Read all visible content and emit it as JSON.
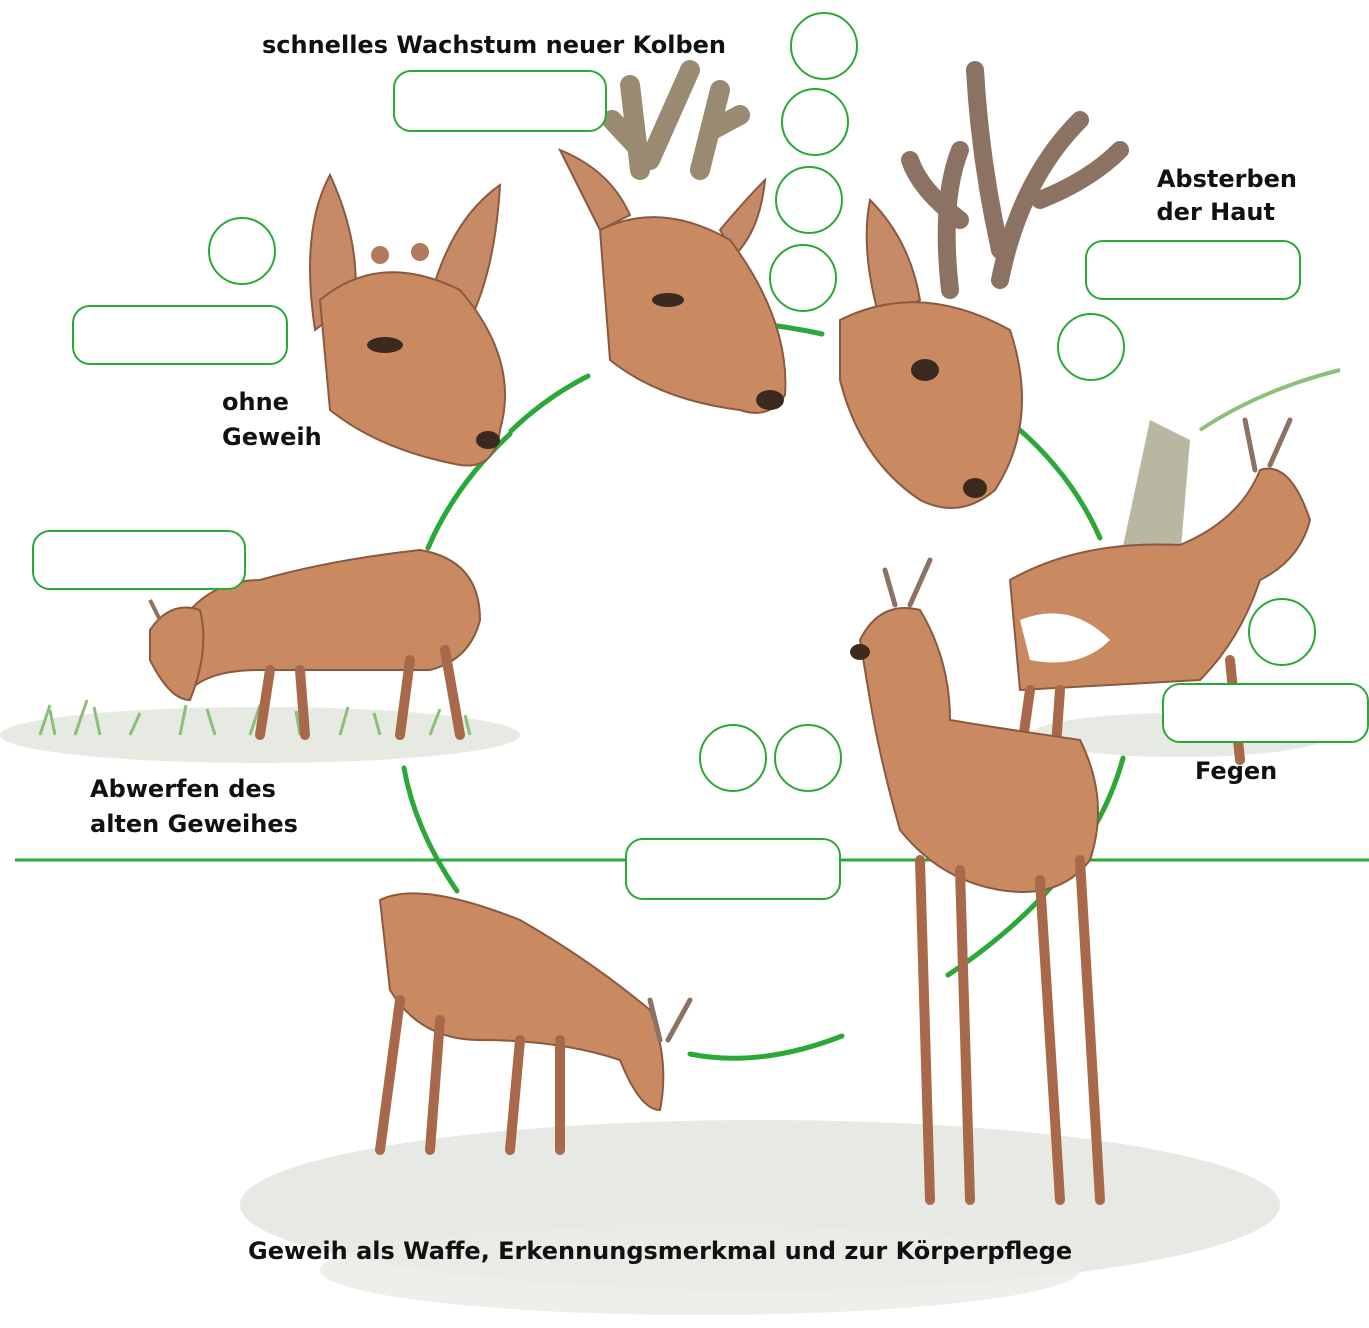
{
  "labels": {
    "growth": "schnelles Wachstum neuer Kolben",
    "skin_line1": "Absterben",
    "skin_line2": "der Haut",
    "no_antler_line1": "ohne",
    "no_antler_line2": "Geweih",
    "shedding_line1": "Abwerfen des",
    "shedding_line2": "alten Geweihes",
    "fraying": "Fegen",
    "usage": "Geweih als Waffe, Erkennungsmerkmal und zur Körperpflege"
  },
  "colors": {
    "cycle_line": "#2aa838",
    "blank_border": "#2aa838",
    "text": "#111111",
    "deer_fur": "#c98a62",
    "deer_shadow": "#a8694a",
    "antler": "#9a8a72",
    "grass": "#8cbf7a",
    "ground": "#d9ddd5"
  },
  "icons": [
    "deer-head-no-antler-icon",
    "deer-head-velvet-antler-icon",
    "deer-head-dead-skin-icon",
    "deer-fraying-at-tree-icon",
    "deer-grazing-shedding-icon",
    "deer-pair-with-antlers-icon"
  ]
}
